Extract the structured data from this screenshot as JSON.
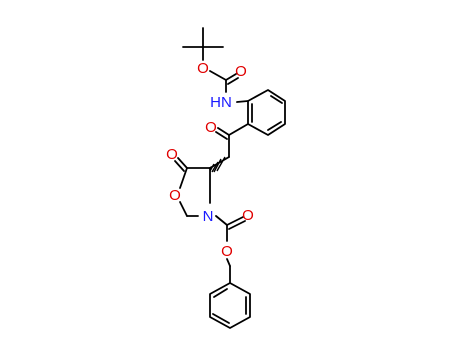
{
  "molecule": {
    "atom_labels": {
      "o_boc_ether": "O",
      "o_boc_carbonyl": "O",
      "nh": "HN",
      "o_ketone": "O",
      "o_lactone_carbonyl": "O",
      "o_ring": "O",
      "n_ring": "N",
      "o_cbz_carbonyl": "O",
      "o_cbz_ether": "O"
    },
    "colors": {
      "bond": "#000000",
      "oxygen": "#e00000",
      "nitrogen": "#1a1aff"
    }
  }
}
